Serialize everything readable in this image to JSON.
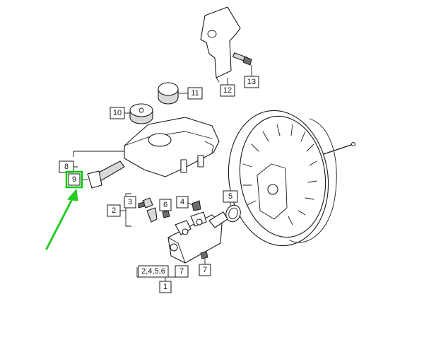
{
  "diagram": {
    "labels": {
      "p1": "1",
      "p2": "2",
      "p3": "3",
      "p4": "4",
      "p5": "5",
      "p6a": "6",
      "p7a": "7",
      "p7b": "7",
      "p8": "8",
      "p9": "9",
      "p10": "10",
      "p11": "11",
      "p12": "12",
      "p13": "13",
      "group_2456": "2,4,5,6"
    },
    "colors": {
      "highlight": "#00cc00",
      "arrow": "#22cc22",
      "line": "#1a1a1a"
    }
  }
}
